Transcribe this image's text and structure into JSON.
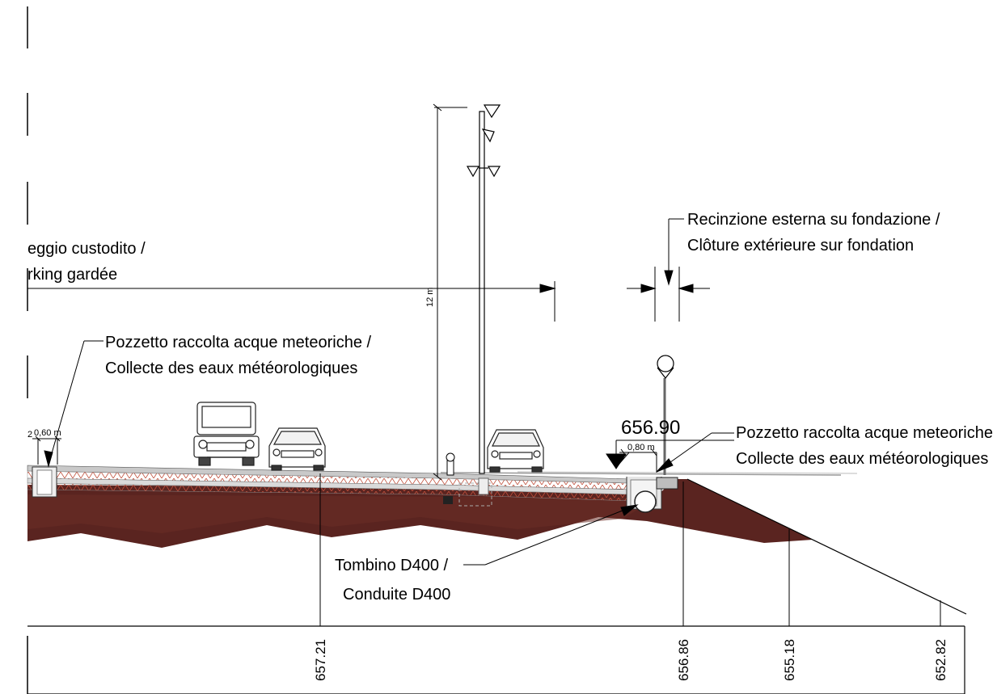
{
  "colors": {
    "line": "#000000",
    "soil": "#5a2420",
    "soil_dark": "#4a1c18",
    "pavement": "#c9c9c9",
    "pavement_layer": "#dadada",
    "hatch": "#c0503c",
    "structure": "#d9d9d9"
  },
  "labels": {
    "parking_line1": "eggio custodito /",
    "parking_line2": "rking gardée",
    "fence_line1": "Recinzione esterna su fondazione /",
    "fence_line2": "Clôture extérieure sur fondation",
    "pit_left_line1": "Pozzetto raccolta acque meteoriche /",
    "pit_left_line2": "Collecte des eaux météorologiques",
    "pit_right_line1": "Pozzetto raccolta acque meteoriche",
    "pit_right_line2": "Collecte des eaux météorologiques",
    "pipe_line1": "Tombino D400 /",
    "pipe_line2": "Conduite D400"
  },
  "dimensions": {
    "pole_height": "12 m",
    "left_width": "0,60 m",
    "right_width": "0,80 m",
    "left_fragment": "2"
  },
  "elevation_marker": "656.90",
  "stations": [
    "657.21",
    "656.86",
    "655.18",
    "652.82"
  ]
}
